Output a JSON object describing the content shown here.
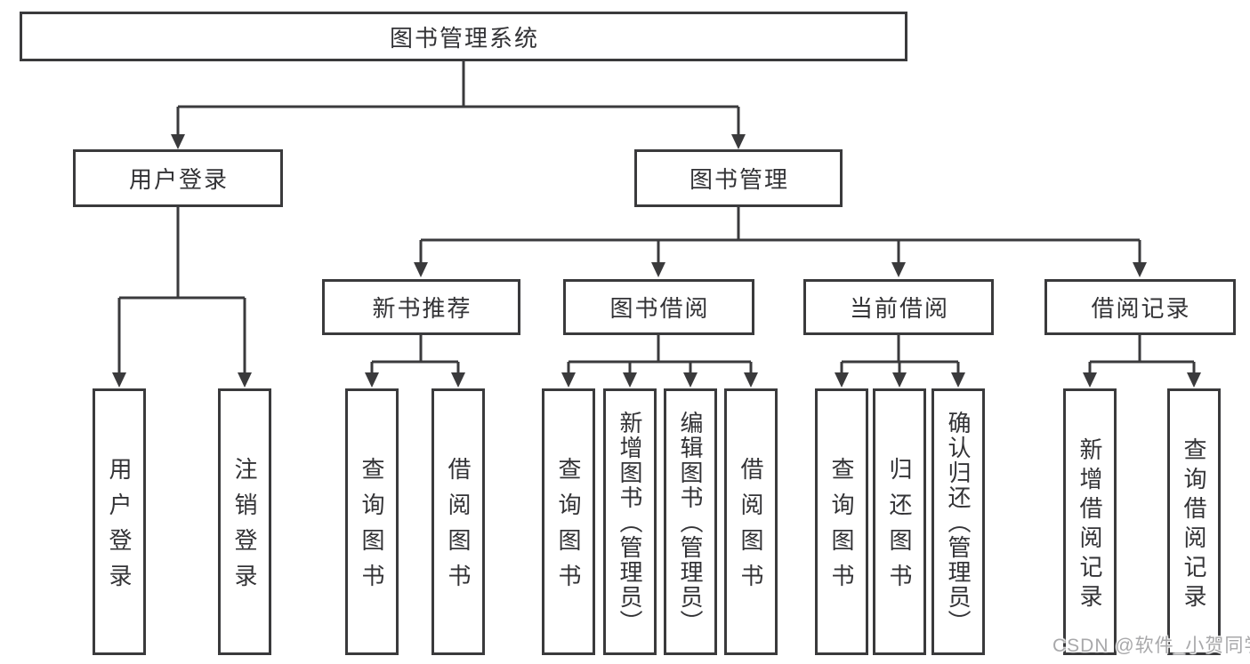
{
  "diagram": {
    "type": "tree",
    "title": "图书管理系统",
    "colors": {
      "background": "#ffffff",
      "line": "#3a3a3c",
      "box_border": "#3a3a3c",
      "text": "#333336",
      "watermark": "#a8a8aa"
    },
    "watermark": "CSDN @软件_小贺同学",
    "nodes": {
      "root": {
        "label": "图书管理系统"
      },
      "user_login_grp": {
        "label": "用户登录"
      },
      "book_mgmt": {
        "label": "图书管理"
      },
      "new_book_rec": {
        "label": "新书推荐"
      },
      "book_borrow": {
        "label": "图书借阅"
      },
      "current_borrow": {
        "label": "当前借阅"
      },
      "borrow_record": {
        "label": "借阅记录"
      },
      "user_login": {
        "label": "用户登录"
      },
      "logout": {
        "label": "注销登录"
      },
      "nb_query_book": {
        "label": "查询图书"
      },
      "nb_borrow_book": {
        "label": "借阅图书"
      },
      "bb_query_book": {
        "label": "查询图书"
      },
      "bb_add_book": {
        "label": "新增图书（管理员）"
      },
      "bb_edit_book": {
        "label": "编辑图书（管理员）"
      },
      "bb_borrow_book": {
        "label": "借阅图书"
      },
      "cb_query_book": {
        "label": "查询图书"
      },
      "cb_return_book": {
        "label": "归还图书"
      },
      "cb_confirm": {
        "label": "确认归还（管理员）"
      },
      "br_add_record": {
        "label": "新增借阅记录"
      },
      "br_query_record": {
        "label": "查询借阅记录"
      }
    },
    "edges": [
      [
        "root",
        "user_login_grp"
      ],
      [
        "root",
        "book_mgmt"
      ],
      [
        "user_login_grp",
        "user_login"
      ],
      [
        "user_login_grp",
        "logout"
      ],
      [
        "book_mgmt",
        "new_book_rec"
      ],
      [
        "book_mgmt",
        "book_borrow"
      ],
      [
        "book_mgmt",
        "current_borrow"
      ],
      [
        "book_mgmt",
        "borrow_record"
      ],
      [
        "new_book_rec",
        "nb_query_book"
      ],
      [
        "new_book_rec",
        "nb_borrow_book"
      ],
      [
        "book_borrow",
        "bb_query_book"
      ],
      [
        "book_borrow",
        "bb_add_book"
      ],
      [
        "book_borrow",
        "bb_edit_book"
      ],
      [
        "book_borrow",
        "bb_borrow_book"
      ],
      [
        "current_borrow",
        "cb_query_book"
      ],
      [
        "current_borrow",
        "cb_return_book"
      ],
      [
        "current_borrow",
        "cb_confirm"
      ],
      [
        "borrow_record",
        "br_add_record"
      ],
      [
        "borrow_record",
        "br_query_record"
      ]
    ]
  }
}
